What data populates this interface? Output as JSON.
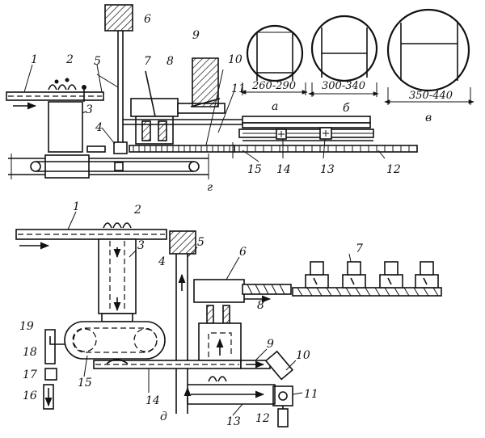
{
  "top": {
    "labels": {
      "n1": "1",
      "n2": "2",
      "n3": "3",
      "n4": "4",
      "n5": "5",
      "n6": "6",
      "n7": "7",
      "n8": "8",
      "n9": "9",
      "n10": "10",
      "n11": "11",
      "n12": "12",
      "n13": "13",
      "n14": "14",
      "n15": "15"
    },
    "variant_label": "г"
  },
  "details": [
    {
      "dimension": "260-290",
      "letter": "а"
    },
    {
      "dimension": "300-340",
      "letter": "б"
    },
    {
      "dimension": "350-440",
      "letter": "в"
    }
  ],
  "bottom": {
    "labels": {
      "n1": "1",
      "n2": "2",
      "n3": "3",
      "n4": "4",
      "n5": "5",
      "n6": "6",
      "n7": "7",
      "n8": "8",
      "n9": "9",
      "n10": "10",
      "n11": "11",
      "n12": "12",
      "n13": "13",
      "n14": "14",
      "n15": "15",
      "n16": "16",
      "n17": "17",
      "n18": "18",
      "n19": "19"
    },
    "variant_label": "д"
  }
}
